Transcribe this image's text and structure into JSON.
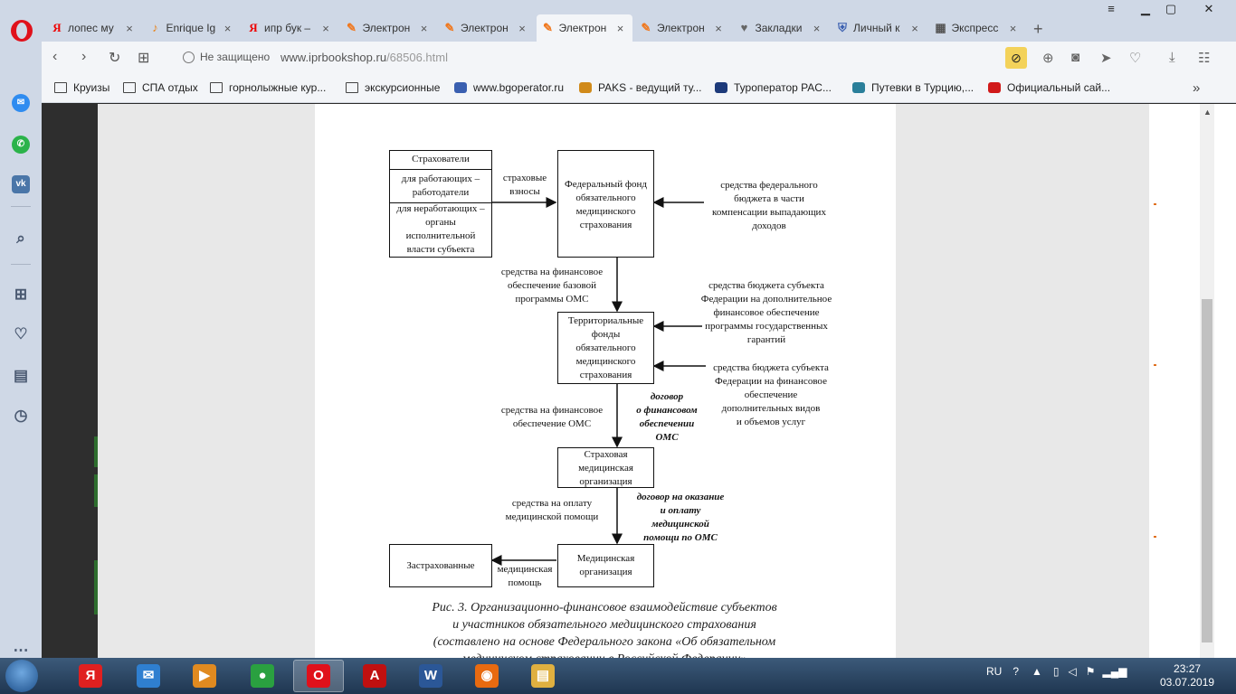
{
  "browser": {
    "tabs": [
      {
        "icon": "yandex-icon",
        "label": "лопес му"
      },
      {
        "icon": "music-icon",
        "label": "Enrique Ig"
      },
      {
        "icon": "yandex-icon",
        "label": "ипр бук –"
      },
      {
        "icon": "pen-icon",
        "label": "Электрон"
      },
      {
        "icon": "pen-icon",
        "label": "Электрон"
      },
      {
        "icon": "pen-icon",
        "label": "Электрон"
      },
      {
        "icon": "pen-icon",
        "label": "Электрон"
      },
      {
        "icon": "heart-icon",
        "label": "Закладки"
      },
      {
        "icon": "shield-icon",
        "label": "Личный к"
      },
      {
        "icon": "grid-icon",
        "label": "Экспресс"
      }
    ],
    "active_tab_index": 5,
    "address": {
      "security": "Не защищено",
      "url_host": "www.iprbookshop.ru",
      "url_path": "/68506.html"
    },
    "bookmarks": [
      {
        "type": "folder",
        "label": "Круизы"
      },
      {
        "type": "folder",
        "label": "СПА отдых"
      },
      {
        "type": "folder",
        "label": "горнолыжные кур..."
      },
      {
        "type": "folder",
        "label": "экскурсионные"
      },
      {
        "type": "site",
        "label": "www.bgoperator.ru",
        "color": "#3a5fb0"
      },
      {
        "type": "site",
        "label": "PAKS - ведущий ту...",
        "color": "#d08a1a"
      },
      {
        "type": "site",
        "label": "Туроператор PAC...",
        "color": "#1d3a7a"
      },
      {
        "type": "site",
        "label": "Путевки в Турцию,...",
        "color": "#2a7f9a"
      },
      {
        "type": "site",
        "label": "Официальный сай...",
        "color": "#d11a1a"
      }
    ]
  },
  "diagram": {
    "insurers_title": "Страхователи",
    "insurers_working": "для работающих –\nработодатели",
    "insurers_nonworking": "для неработающих –\nорганы\nисполнительной\nвласти субъекта",
    "contributions_label": "страховые\nвзносы",
    "federal_fund": "Федеральный фонд\nобязательного\nмедицинского\nстрахования",
    "federal_budget_label": "средства федерального\nбюджета в части\nкомпенсации выпадающих\nдоходов",
    "base_program_label": "средства на финансовое\nобеспечение базовой\nпрограммы ОМС",
    "territorial_fund": "Территориальные\nфонды\nобязательного\nмедицинского\nстрахования",
    "regional_budget_guarantees": "средства бюджета субъекта\nФедерации на дополнительное\nфинансовое обеспечение\nпрограммы государственных\nгарантий",
    "regional_budget_additional": "средства бюджета субъекта\nФедерации на финансовое\nобеспечение\nдополнительных видов\nи объемов услуг",
    "oms_financing_label": "средства на финансовое\nобеспечение ОМС",
    "financing_contract": "договор\nо финансовом\nобеспечении\nОМС",
    "insurance_org": "Страховая\nмедицинская\nорганизация",
    "payment_label": "средства на оплату\nмедицинской помощи",
    "service_contract": "договор на оказание\nи оплату\nмедицинской\nпомощи по ОМС",
    "medical_org": "Медицинская\nорганизация",
    "insured": "Застрахованные",
    "medical_help_label": "медицинская\nпомощь",
    "caption": "Рис. 3. Организационно-финансовое взаимодействие субъектов\nи участников обязательного медицинского страхования\n(составлено на основе Федерального закона «Об обязательном\nмедицинском страховании в Российской Федерации»"
  },
  "taskbar": {
    "apps": [
      {
        "icon": "yandex-browser-icon",
        "glyph": "Я",
        "color": "#e02020"
      },
      {
        "icon": "mail-icon",
        "glyph": "✉",
        "color": "#2f7fd0"
      },
      {
        "icon": "media-player-icon",
        "glyph": "▶",
        "color": "#e08a20"
      },
      {
        "icon": "chrome-icon",
        "glyph": "●",
        "color": "#2aa040"
      },
      {
        "icon": "opera-icon",
        "glyph": "O",
        "color": "#e0111b"
      },
      {
        "icon": "acrobat-icon",
        "glyph": "A",
        "color": "#c01010"
      },
      {
        "icon": "word-icon",
        "glyph": "W",
        "color": "#2b5797"
      },
      {
        "icon": "firefox-icon",
        "glyph": "◉",
        "color": "#e86a10"
      },
      {
        "icon": "explorer-icon",
        "glyph": "▤",
        "color": "#e0b040"
      }
    ],
    "active_app_index": 4,
    "language": "RU",
    "time": "23:27",
    "date": "03.07.2019"
  }
}
